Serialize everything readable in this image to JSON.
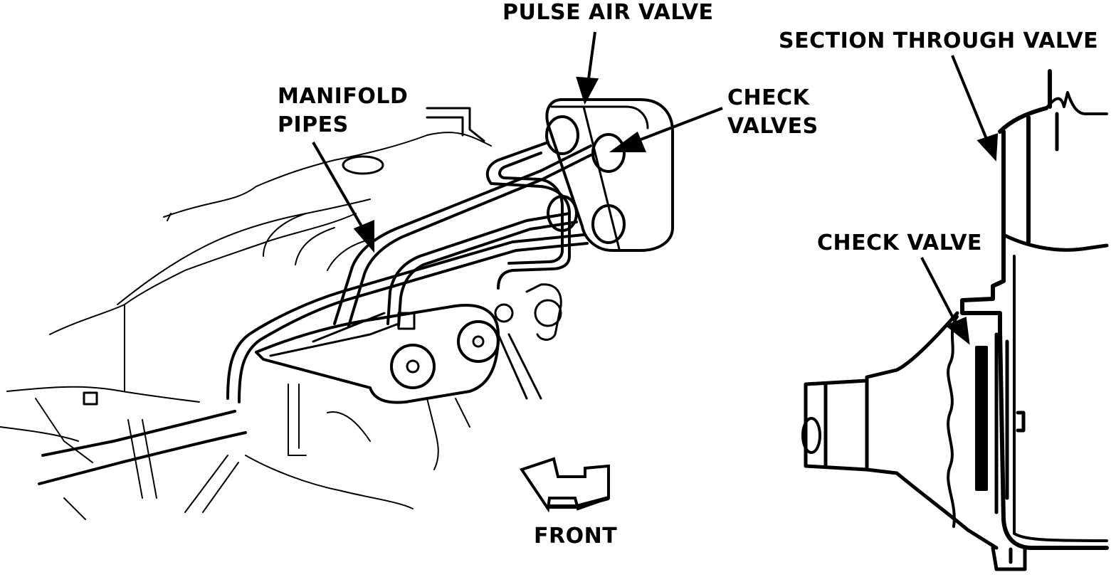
{
  "labels": {
    "pulse_air_valve": "PULSE AIR VALVE",
    "section_through_valve": "SECTION THROUGH VALVE",
    "manifold_pipes_line1": "MANIFOLD",
    "manifold_pipes_line2": "PIPES",
    "check_valves_line1": "CHECK",
    "check_valves_line2": "VALVES",
    "check_valve": "CHECK VALVE",
    "front": "FRONT"
  },
  "colors": {
    "ink": "#000000",
    "paper": "#ffffff"
  }
}
